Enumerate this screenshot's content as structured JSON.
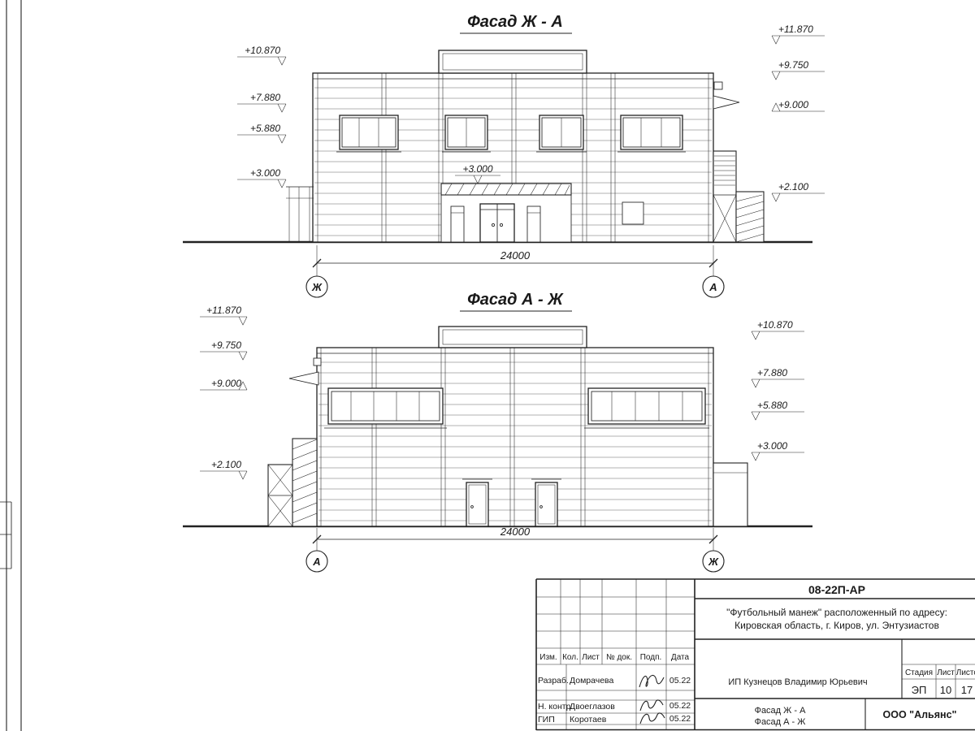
{
  "drawing": {
    "facade_top": {
      "title": "Фасад Ж - А",
      "marks_left": [
        "+10.870",
        "+7.880",
        "+5.880",
        "+3.000"
      ],
      "marks_right": [
        "+11.870",
        "+9.750",
        "+9.000",
        "+2.100"
      ],
      "mark_center": "+3.000",
      "dimension": "24000",
      "axis_left": "Ж",
      "axis_right": "А"
    },
    "facade_bottom": {
      "title": "Фасад А - Ж",
      "marks_left": [
        "+11.870",
        "+9.750",
        "+9.000",
        "+2.100"
      ],
      "marks_right": [
        "+10.870",
        "+7.880",
        "+5.880",
        "+3.000"
      ],
      "dimension": "24000",
      "axis_left": "А",
      "axis_right": "Ж"
    }
  },
  "titleblock": {
    "doc_number": "08-22П-АР",
    "project_line1": "\"Футбольный манеж\" расположенный по адресу:",
    "project_line2": "Кировская область, г. Киров, ул. Энтузиастов",
    "client": "ИП Кузнецов Владимир Юрьевич",
    "stage_label": "Стадия",
    "sheet_label": "Лист",
    "sheets_label": "Листов",
    "stage_value": "ЭП",
    "sheet_value": "10",
    "sheets_value": "17",
    "drawing_title1": "Фасад Ж - А",
    "drawing_title2": "Фасад А - Ж",
    "company": "ООО \"Альянс\"",
    "columns": [
      "Изм.",
      "Кол.",
      "Лист",
      "№ док.",
      "Подп.",
      "Дата"
    ],
    "rows": [
      {
        "role": "Разраб.",
        "name": "Домрачева",
        "date": "05.22"
      },
      {
        "role": "Н. контр.",
        "name": "Двоеглазов",
        "date": "05.22"
      },
      {
        "role": "ГИП",
        "name": "Коротаев",
        "date": "05.22"
      }
    ]
  }
}
